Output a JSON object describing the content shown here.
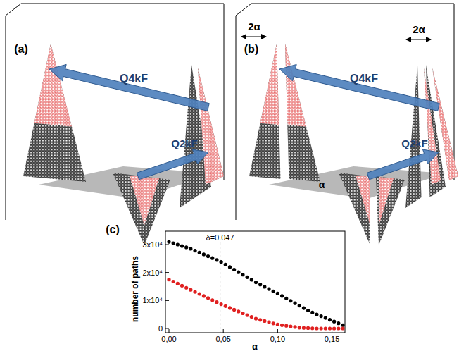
{
  "diagram": {
    "labels": [
      "(a)",
      "Q4kF",
      "Q2kF",
      "(b)",
      "2α",
      "2α",
      "Q4kF",
      "α",
      "Q2kF",
      "(c)",
      "number of paths",
      "δ=0.047",
      "3x10⁴",
      "2x10⁴",
      "1x10⁴",
      "0",
      "0,00",
      "0,05",
      "0,10",
      "0,15",
      "α"
    ]
  }
}
